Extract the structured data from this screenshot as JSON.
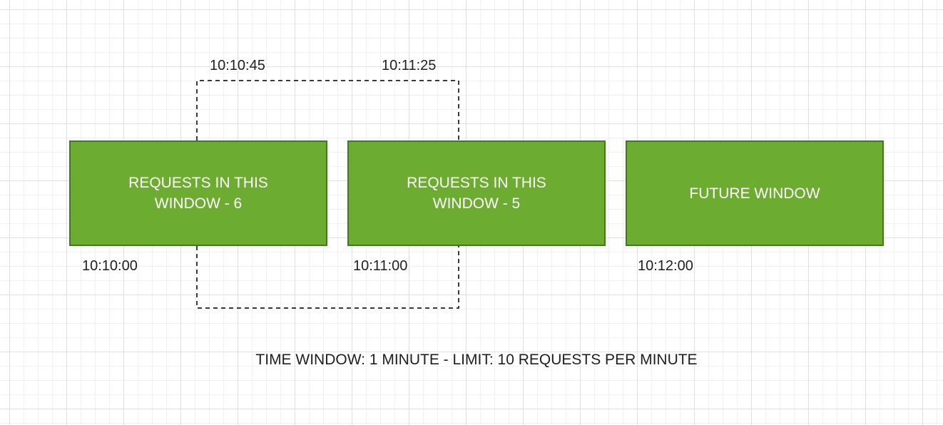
{
  "windows": [
    {
      "label": "REQUESTS IN THIS\nWINDOW - 6",
      "start_time": "10:10:00"
    },
    {
      "label": "REQUESTS IN THIS\nWINDOW - 5",
      "start_time": "10:11:00"
    },
    {
      "label": "FUTURE WINDOW",
      "start_time": "10:12:00"
    }
  ],
  "sliding_window": {
    "start_time": "10:10:45",
    "end_time": "10:11:25"
  },
  "caption": "TIME WINDOW: 1 MINUTE - LIMIT: 10 REQUESTS PER MINUTE",
  "colors": {
    "window_fill": "#6cac31",
    "window_border": "#3f7b1d",
    "window_text": "#ffffff",
    "dashed_line": "#3a3a3a",
    "grid": "#dcdcf2"
  }
}
